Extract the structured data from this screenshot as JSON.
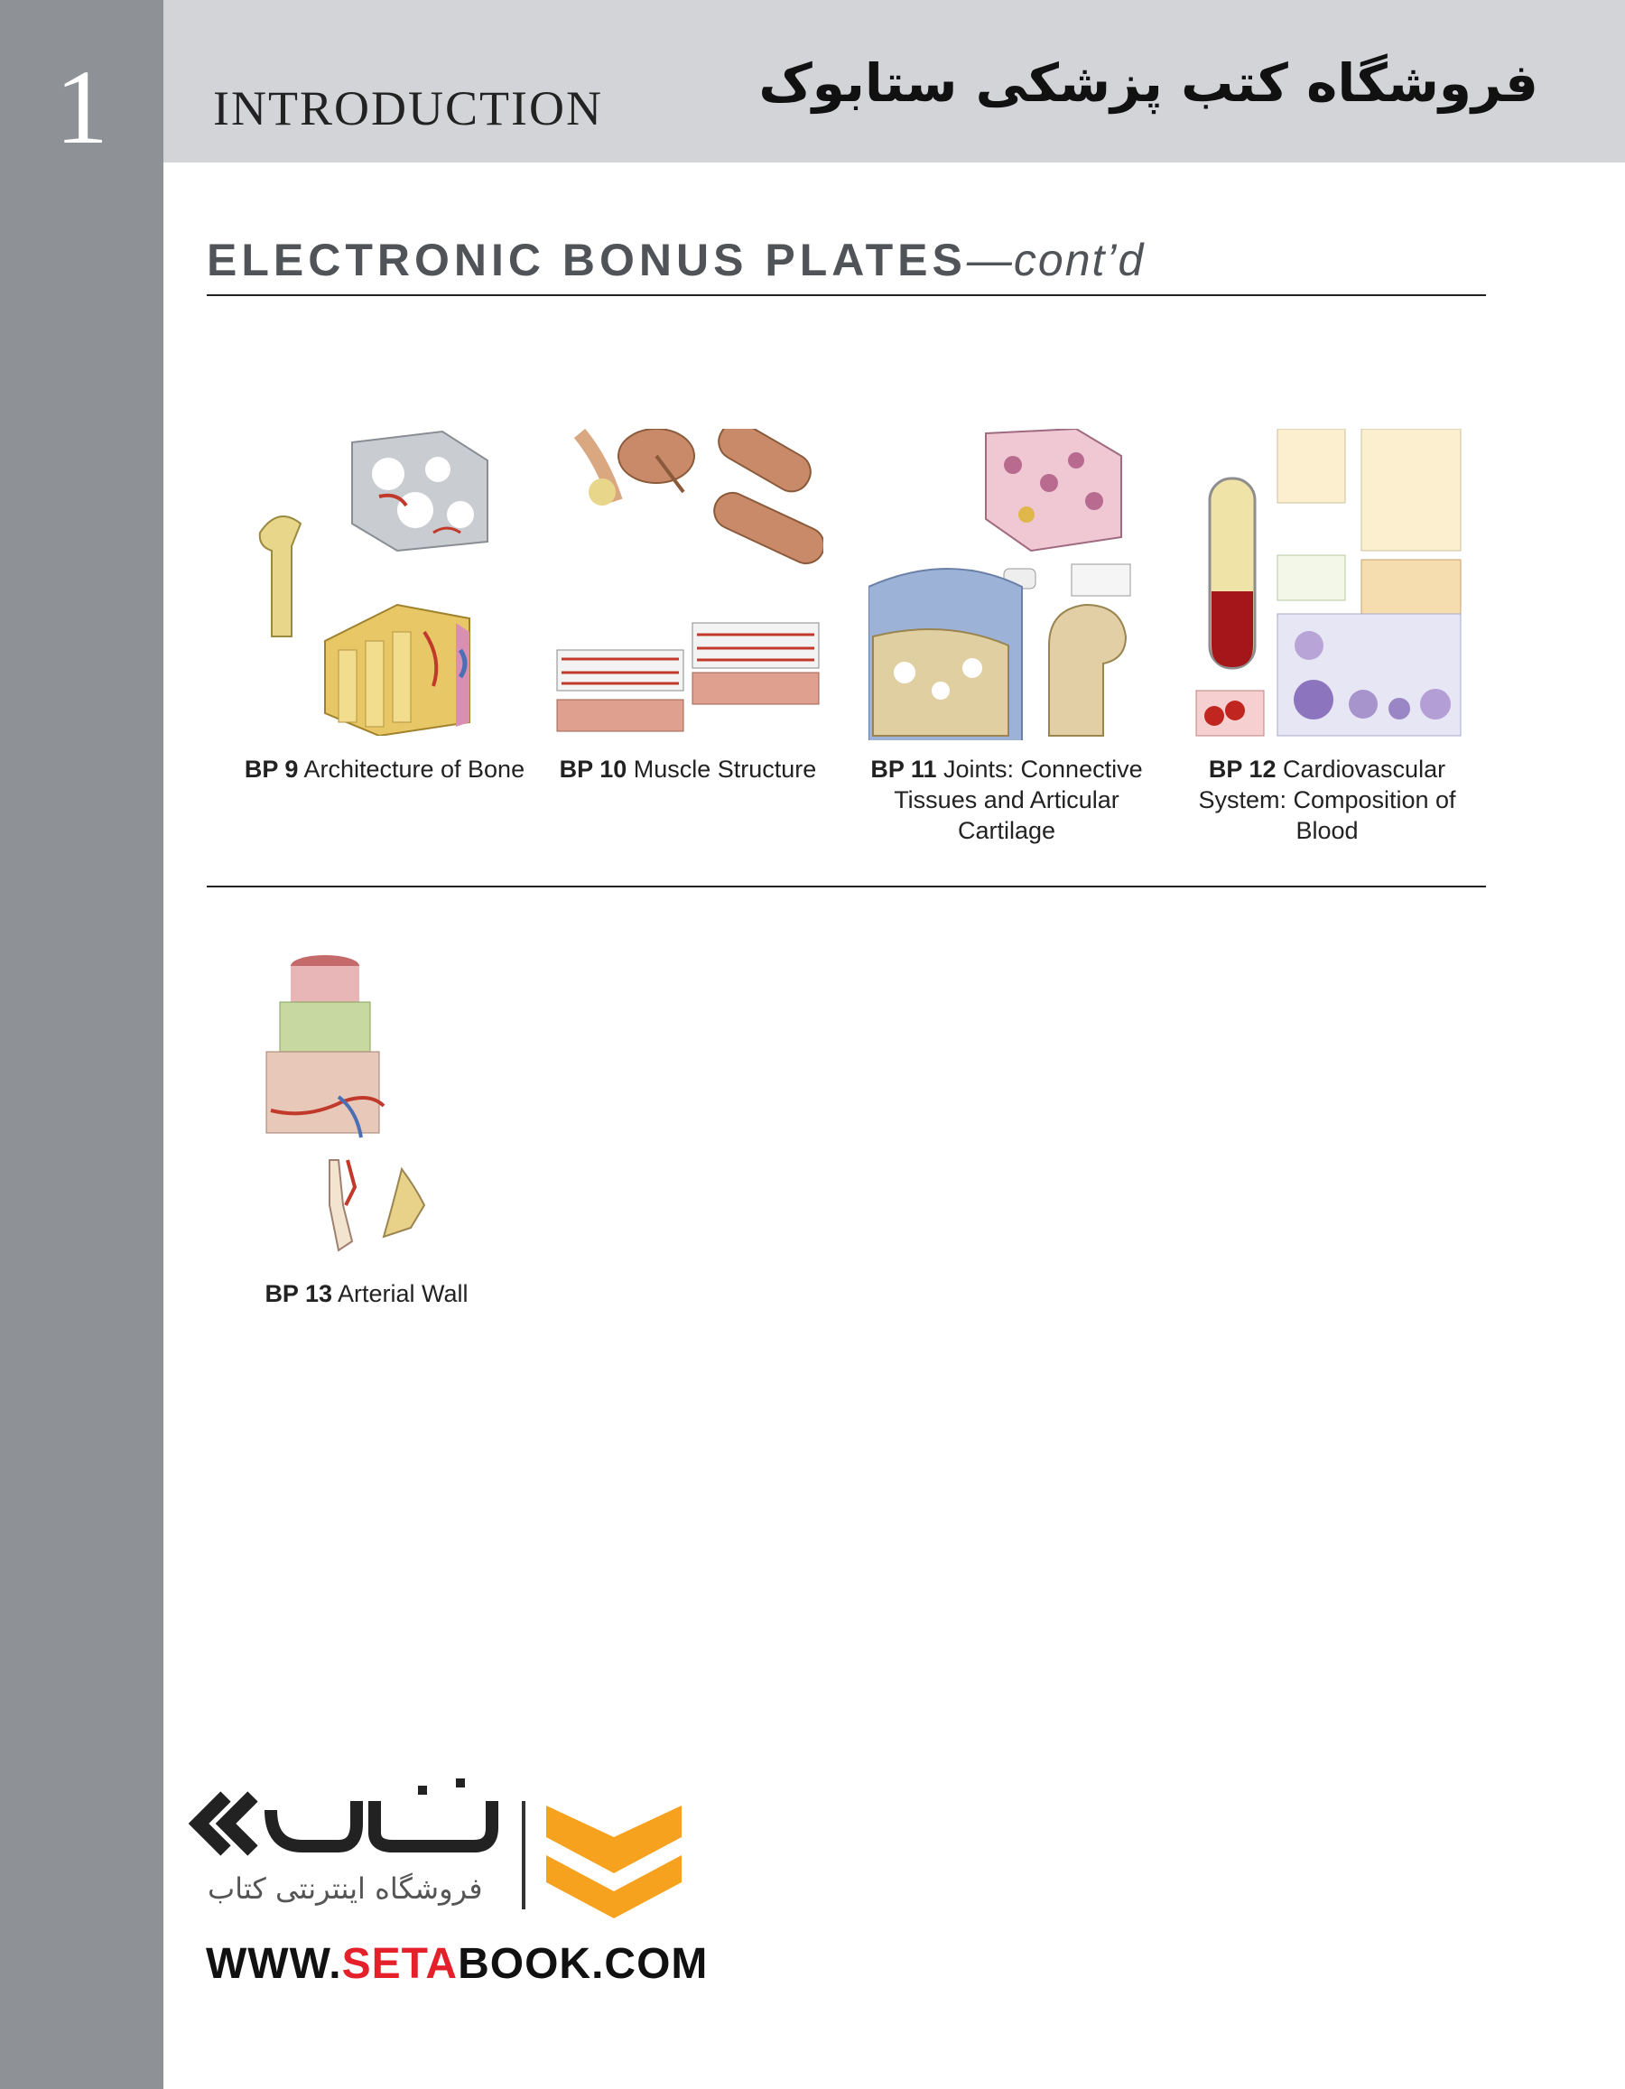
{
  "header": {
    "chapter_number": "1",
    "title": "INTRODUCTION",
    "store_name": "فروشگاه کتب پزشکی ستابوک"
  },
  "section": {
    "heading": "ELECTRONIC BONUS PLATES",
    "heading_suffix": "—cont’d"
  },
  "plates": [
    {
      "id": "BP 9",
      "title": "Architecture of Bone"
    },
    {
      "id": "BP 10",
      "title": "Muscle Structure"
    },
    {
      "id": "BP 11",
      "title": "Joints: Connective Tissues and Articular Cartilage"
    },
    {
      "id": "BP 12",
      "title": "Cardiovascular System: Composition of Blood"
    },
    {
      "id": "BP 13",
      "title": "Arterial Wall"
    }
  ],
  "footer_logo": {
    "tagline": "فروشگاه اینترنتی کتاب",
    "url_prefix": "WWW.",
    "url_highlight": "SETA",
    "url_suffix": "BOOK.COM",
    "brand_color": "#f6a21e"
  }
}
